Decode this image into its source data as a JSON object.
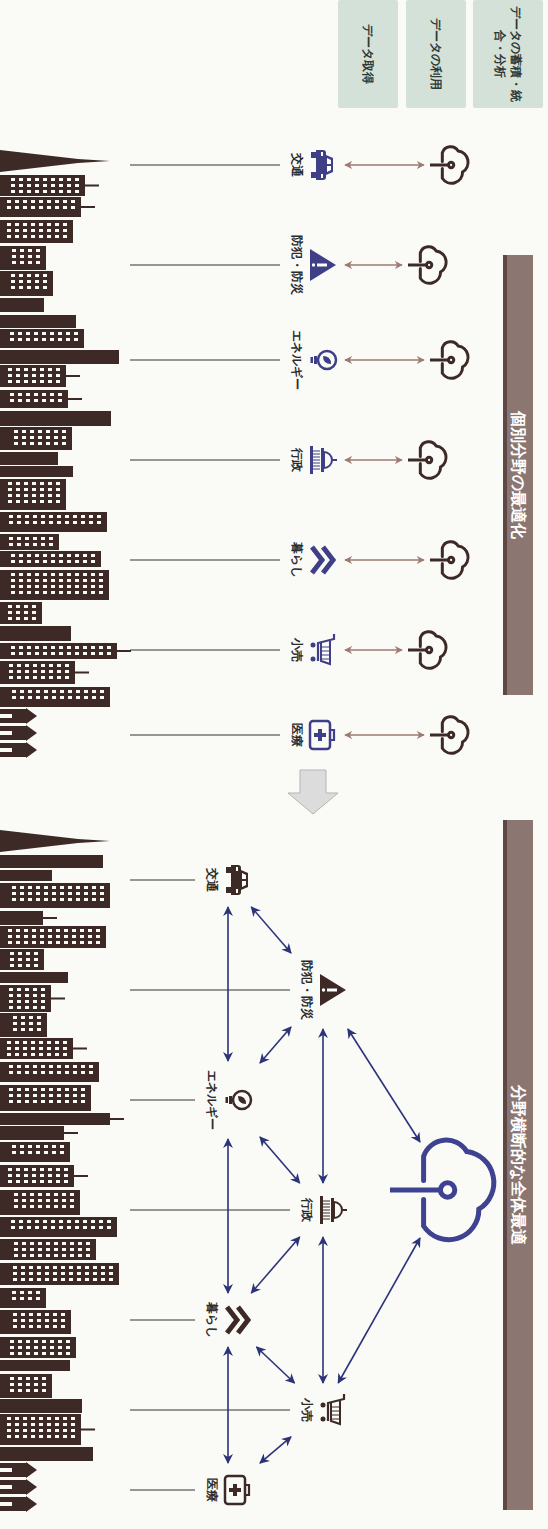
{
  "diagram": {
    "nodes": [
      {
        "text": [
          "データの蓄積・統合・分析"
        ]
      },
      {
        "text": [
          "データの利用"
        ]
      },
      {
        "text": [
          "データ取得"
        ]
      },
      {
        "text": [
          "個別分野の最適化"
        ]
      },
      {
        "text": [
          "交通"
        ]
      },
      {
        "text": [
          "防犯・防災"
        ]
      },
      {
        "text": [
          "エネルギー"
        ]
      },
      {
        "text": [
          "行政"
        ]
      },
      {
        "text": [
          "暮らし"
        ]
      },
      {
        "text": [
          "小売"
        ]
      },
      {
        "text": [
          "医療"
        ]
      },
      {
        "text": [
          "分野横断的な全体最適"
        ]
      },
      {
        "text": [
          "交通"
        ]
      },
      {
        "text": [
          "防犯・防災"
        ]
      },
      {
        "text": [
          "エネルギー"
        ]
      },
      {
        "text": [
          "行政"
        ]
      },
      {
        "text": [
          "暮らし"
        ]
      },
      {
        "text": [
          "小売"
        ]
      },
      {
        "text": [
          "医療"
        ]
      }
    ],
    "edges": [
      {
        "from": 12,
        "to": 13,
        "arrow": "both"
      },
      {
        "from": 12,
        "to": 14,
        "arrow": "both"
      },
      {
        "from": 13,
        "to": 14,
        "arrow": "both"
      },
      {
        "from": 13,
        "to": 15,
        "arrow": "both"
      },
      {
        "from": 14,
        "to": 15,
        "arrow": "both"
      },
      {
        "from": 14,
        "to": 16,
        "arrow": "both"
      },
      {
        "from": 15,
        "to": 16,
        "arrow": "both"
      },
      {
        "from": 15,
        "to": 17,
        "arrow": "both"
      },
      {
        "from": 16,
        "to": 17,
        "arrow": "both"
      },
      {
        "from": 16,
        "to": 18,
        "arrow": "both"
      },
      {
        "from": 17,
        "to": 18,
        "arrow": "both"
      }
    ]
  }
}
